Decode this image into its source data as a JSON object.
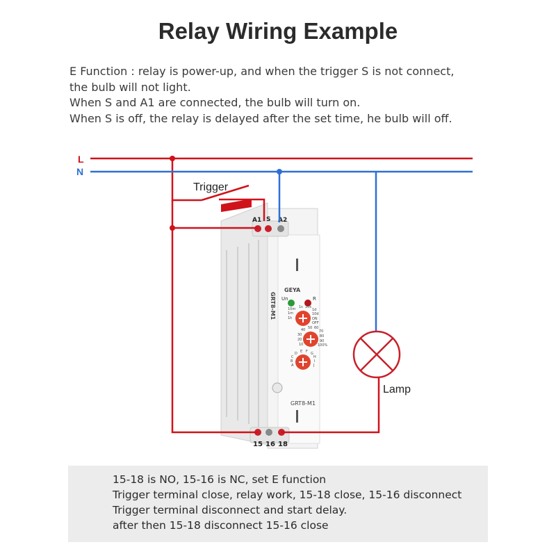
{
  "title": "Relay Wiring  Example",
  "description": [
    "E Function : relay is power-up, and when the trigger S is not connect,",
    "the bulb will not light.",
    "When S and A1 are connected, the bulb will turn on.",
    "When S is off, the relay is delayed after the set time, he bulb will off."
  ],
  "wiring": {
    "line_label": "L",
    "neutral_label": "N",
    "trigger_label": "Trigger",
    "lamp_label": "Lamp",
    "line_color": "#d0121b",
    "neutral_color": "#2e6fd6"
  },
  "relay": {
    "brand": "GEYA",
    "model": "GRT8-M1",
    "side_model": "GRT8-M1",
    "top_terminals": [
      "A1",
      "S",
      "A2"
    ],
    "bottom_terminals": [
      "15",
      "16",
      "18"
    ],
    "led_labels": [
      "Un",
      "R"
    ],
    "dial1_labels": [
      "1s",
      "10s",
      "1m",
      "10m",
      "1h",
      "1d",
      "10d",
      "ON",
      "OFF"
    ],
    "dial2_labels": [
      "10",
      "20",
      "30",
      "40",
      "50",
      "60",
      "70",
      "80",
      "90",
      "100%"
    ],
    "dial3_labels": [
      "A",
      "B",
      "C",
      "D",
      "E",
      "F",
      "G",
      "H",
      "I",
      "J"
    ]
  },
  "notes": [
    "15-18 is NO, 15-16 is NC, set E function",
    "Trigger terminal close, relay work, 15-18 close, 15-16 disconnect",
    "Trigger terminal disconnect and start delay.",
    "after then 15-18 disconnect 15-16 close"
  ]
}
